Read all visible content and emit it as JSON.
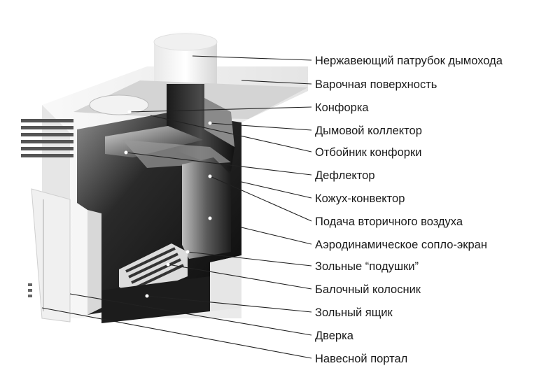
{
  "labels": [
    "Нержавеющий патрубок дымохода",
    "Варочная поверхность",
    "Конфорка",
    "Дымовой коллектор",
    "Отбойник конфорки",
    "Дефлектор",
    "Кожух-конвектор",
    "Подача вторичного воздуха",
    "Аэродинамическое сопло-экран",
    "Зольные “подушки”",
    "Балочный колосник",
    "Зольный ящик",
    "Дверка",
    "Навесной портал"
  ]
}
